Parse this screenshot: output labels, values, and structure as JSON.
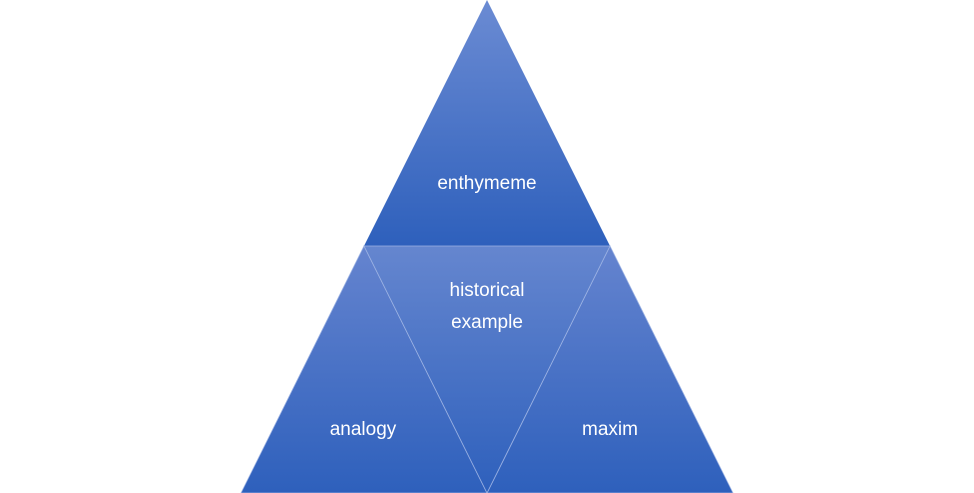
{
  "diagram": {
    "segments": [
      {
        "id": "top",
        "label": "enthymeme"
      },
      {
        "id": "center",
        "label": "historical example"
      },
      {
        "id": "left",
        "label": "analogy"
      },
      {
        "id": "right",
        "label": "maxim"
      }
    ]
  },
  "colors": {
    "fill_top": "#6b8bd3",
    "fill_bottom": "#2e60bc",
    "stroke": "#9db3e3"
  }
}
